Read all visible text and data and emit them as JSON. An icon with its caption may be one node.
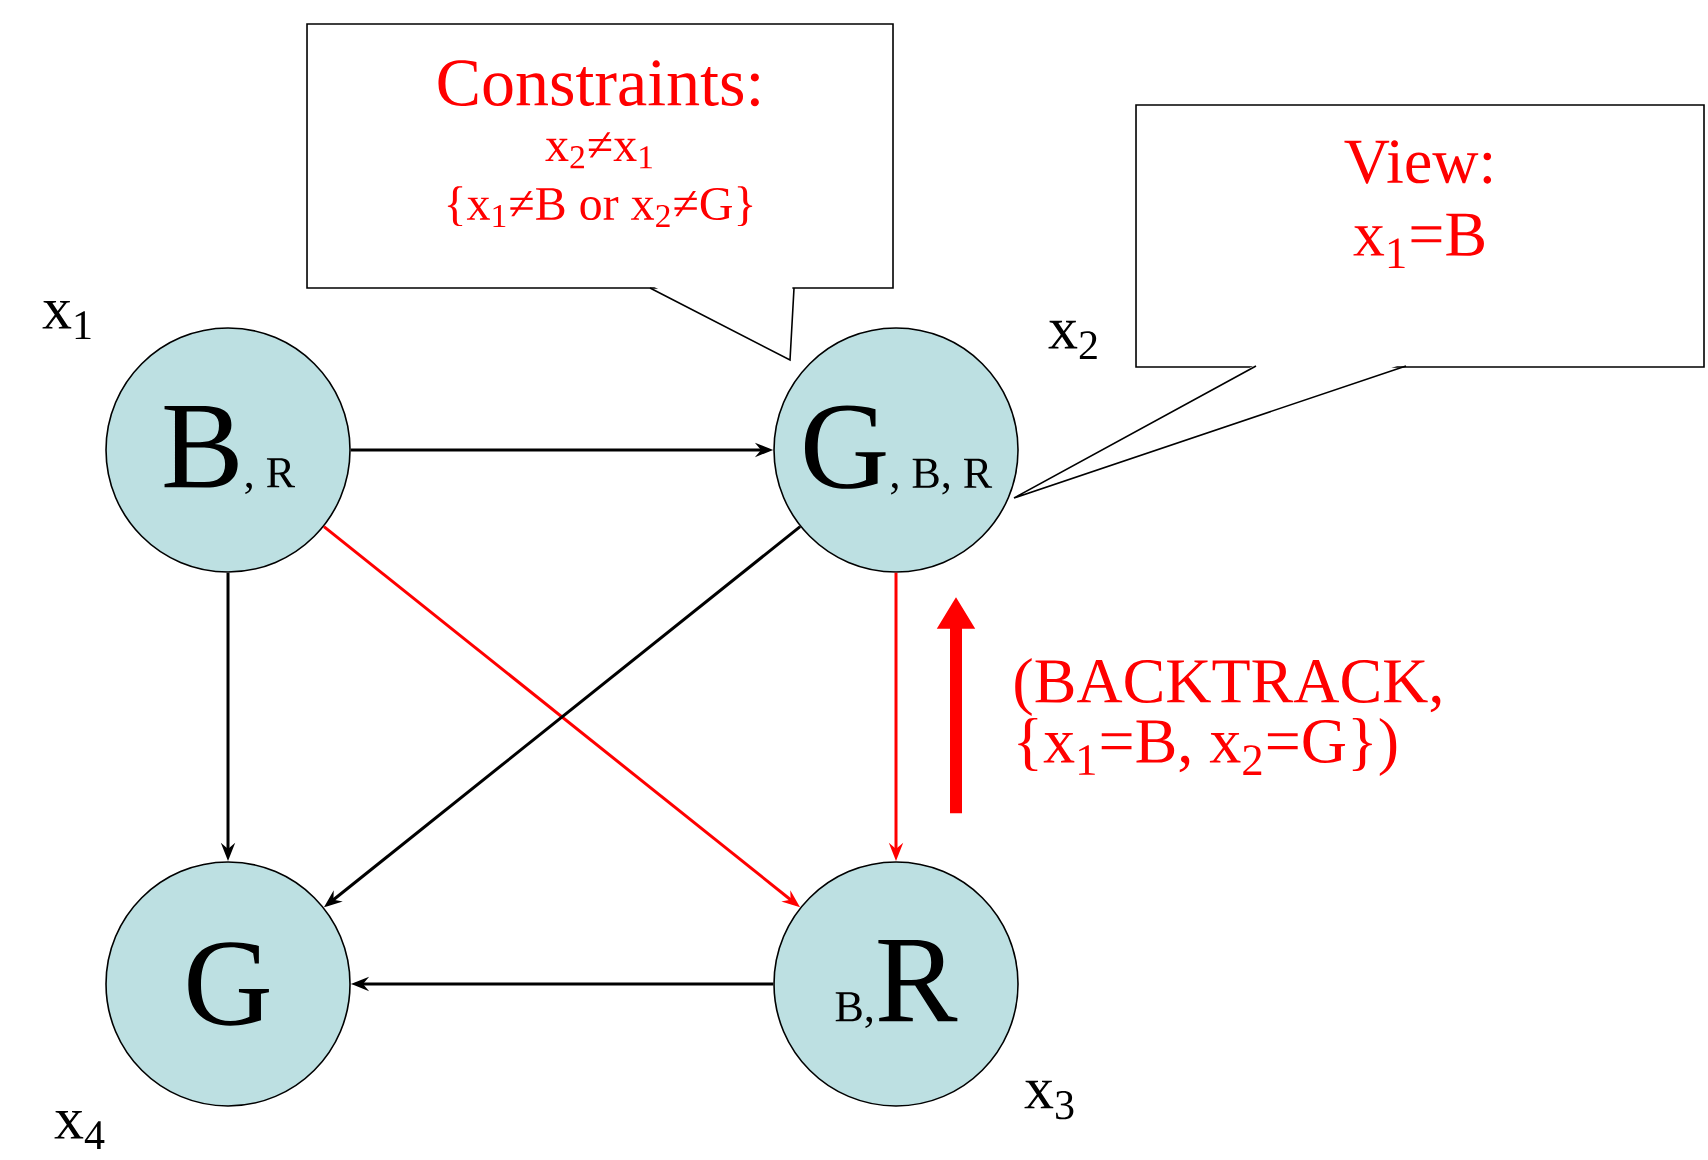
{
  "diagram": {
    "nodes": [
      {
        "text": [
          "Constraints:",
          "x$_{2}$≠x$_{1}$",
          "{x$_{1}$≠B or x$_{2}$≠G}"
        ]
      },
      {
        "text": [
          "View:",
          "x$_{1}$=B"
        ]
      },
      {
        "text": [
          "B",
          ", R"
        ],
        "beside": [
          "x$_{1}$"
        ]
      },
      {
        "text": [
          "G",
          ", B, R"
        ],
        "beside": [
          "x$_{2}$"
        ]
      },
      {
        "text": [
          "G"
        ],
        "beside": [
          "x$_{4}$"
        ]
      },
      {
        "text": [
          "B,",
          "R"
        ],
        "beside": [
          "x$_{3}$"
        ]
      }
    ],
    "edges": [
      {
        "from": 2,
        "to": 3,
        "arrow": "to"
      },
      {
        "from": 2,
        "to": 4,
        "arrow": "to"
      },
      {
        "from": 2,
        "to": 5,
        "arrow": "to",
        "color": "#ff0000"
      },
      {
        "from": 3,
        "to": 4,
        "arrow": "to"
      },
      {
        "from": 3,
        "to": 5,
        "arrow": "to",
        "color": "#ff0000"
      },
      {
        "from": 5,
        "to": 4,
        "arrow": "to"
      },
      {
        "from": 5,
        "to": 3,
        "arrow": "to",
        "style": "thick",
        "color": "#ff0000",
        "label": "(BACKTRACK, {x$_{1}$=B, x$_{2}$=G})"
      }
    ]
  }
}
